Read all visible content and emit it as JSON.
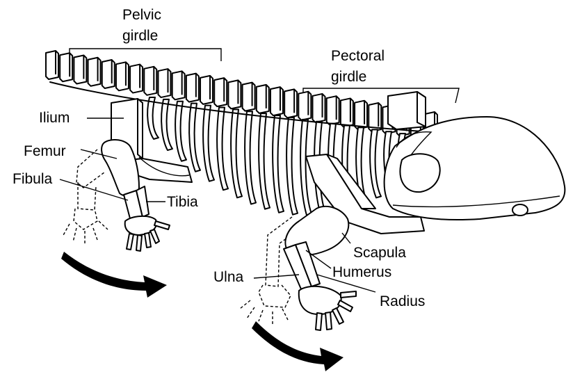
{
  "labels": {
    "pelvic_girdle": [
      "Pelvic",
      "girdle"
    ],
    "pectoral_girdle": [
      "Pectoral",
      "girdle"
    ],
    "ilium": "Ilium",
    "femur": "Femur",
    "fibula": "Fibula",
    "tibia": "Tibia",
    "scapula": "Scapula",
    "humerus": "Humerus",
    "ulna": "Ulna",
    "radius": "Radius"
  }
}
